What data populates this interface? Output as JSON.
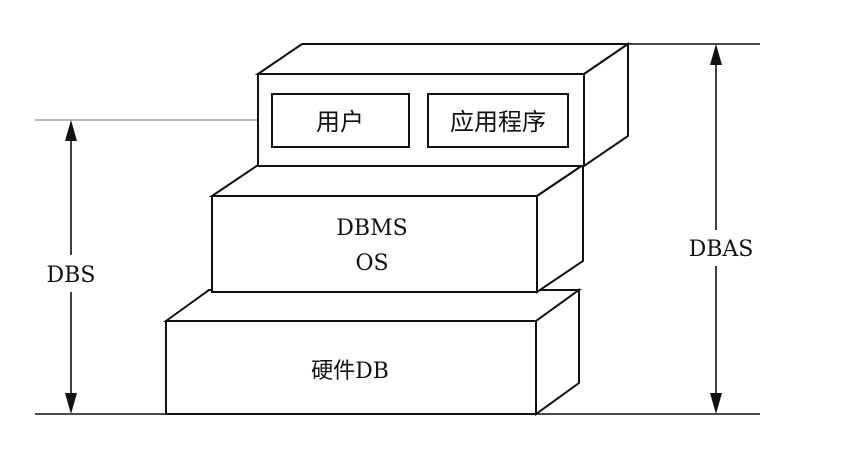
{
  "diagram": {
    "top_block": {
      "left_label": "用户",
      "right_label": "应用程序"
    },
    "middle_block": {
      "line1": "DBMS",
      "line2": "OS"
    },
    "bottom_block": {
      "label": "硬件DB"
    },
    "left_dimension": "DBS",
    "right_dimension": "DBAS"
  }
}
